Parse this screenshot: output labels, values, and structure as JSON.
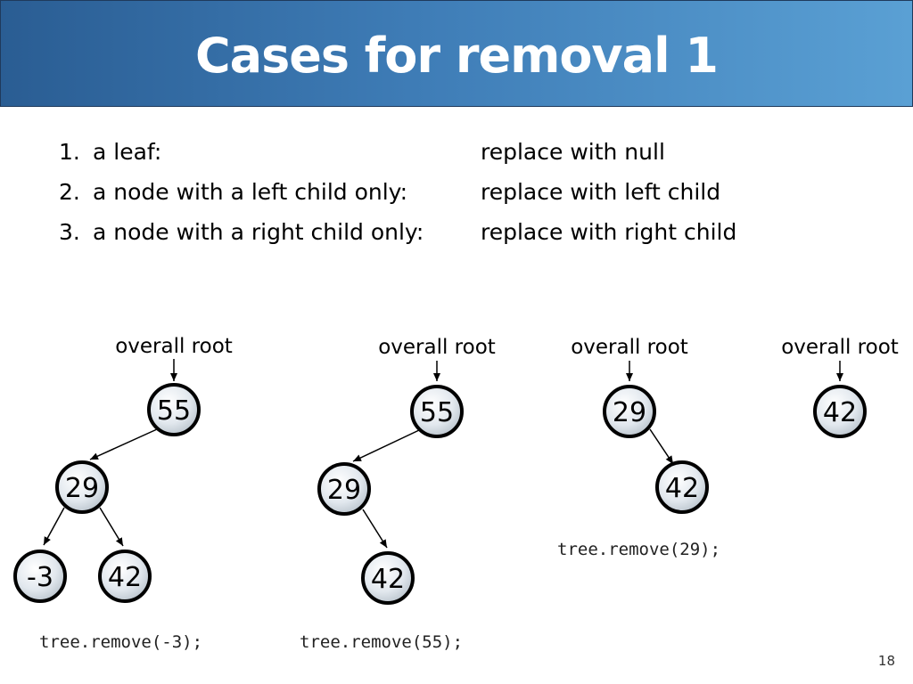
{
  "slide": {
    "title": "Cases for removal 1",
    "page_number": "18"
  },
  "cases": [
    {
      "num": "1.",
      "desc": "a leaf:",
      "action": "replace with null"
    },
    {
      "num": "2.",
      "desc": "a node with a left child only:",
      "action": "replace with left child"
    },
    {
      "num": "3.",
      "desc": "a node with a right child only:",
      "action": "replace with right child"
    }
  ],
  "trees": [
    {
      "root_label": "overall root",
      "caption": "tree.remove(-3);",
      "nodes": [
        {
          "id": "t1-55",
          "value": "55"
        },
        {
          "id": "t1-29",
          "value": "29"
        },
        {
          "id": "t1-m3",
          "value": "-3"
        },
        {
          "id": "t1-42",
          "value": "42"
        }
      ],
      "edges": [
        [
          "t1-55",
          "t1-29"
        ],
        [
          "t1-29",
          "t1-m3"
        ],
        [
          "t1-29",
          "t1-42"
        ]
      ]
    },
    {
      "root_label": "overall root",
      "caption": "tree.remove(55);",
      "nodes": [
        {
          "id": "t2-55",
          "value": "55"
        },
        {
          "id": "t2-29",
          "value": "29"
        },
        {
          "id": "t2-42",
          "value": "42"
        }
      ],
      "edges": [
        [
          "t2-55",
          "t2-29"
        ],
        [
          "t2-29",
          "t2-42"
        ]
      ]
    },
    {
      "root_label": "overall root",
      "caption": "tree.remove(29);",
      "nodes": [
        {
          "id": "t3-29",
          "value": "29"
        },
        {
          "id": "t3-42",
          "value": "42"
        }
      ],
      "edges": [
        [
          "t3-29",
          "t3-42"
        ]
      ]
    },
    {
      "root_label": "overall root",
      "caption": "",
      "nodes": [
        {
          "id": "t4-42",
          "value": "42"
        }
      ],
      "edges": []
    }
  ]
}
